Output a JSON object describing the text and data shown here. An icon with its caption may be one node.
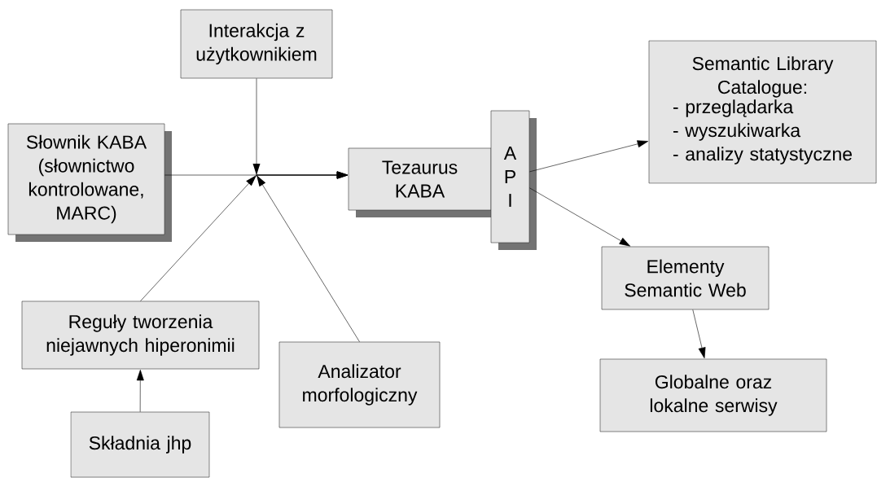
{
  "diagram": {
    "nodes": [
      {
        "text": [
          "Interakcja z użytkownikiem"
        ]
      },
      {
        "text": [
          "Słownik KABA (słownictwo kontrolowane, MARC)"
        ]
      },
      {
        "text": [
          "Tezaurus KABA"
        ]
      },
      {
        "text": [
          "A P I"
        ]
      },
      {
        "text": [
          "Semantic Library Catalogue:",
          "- przeglądarka",
          "- wyszukiwarka",
          "- analizy statystyczne"
        ]
      },
      {
        "text": [
          "Elementy Semantic Web"
        ]
      },
      {
        "text": [
          "Reguły tworzenia niejawnych hiperonimii"
        ]
      },
      {
        "text": [
          "Analizator morfologiczny"
        ]
      },
      {
        "text": [
          "Globalne oraz lokalne serwisy"
        ]
      },
      {
        "text": [
          "Składnia jhp"
        ]
      }
    ],
    "edges": [
      {
        "from": 0,
        "to": 2,
        "arrow": "to"
      },
      {
        "from": 1,
        "to": 2,
        "arrow": "to"
      },
      {
        "from": 6,
        "to": 2,
        "arrow": "to"
      },
      {
        "from": 7,
        "to": 2,
        "arrow": "to"
      },
      {
        "from": 3,
        "to": 4,
        "arrow": "to"
      },
      {
        "from": 3,
        "to": 5,
        "arrow": "to"
      },
      {
        "from": 5,
        "to": 8,
        "arrow": "to"
      },
      {
        "from": 9,
        "to": 6,
        "arrow": "to"
      }
    ]
  }
}
